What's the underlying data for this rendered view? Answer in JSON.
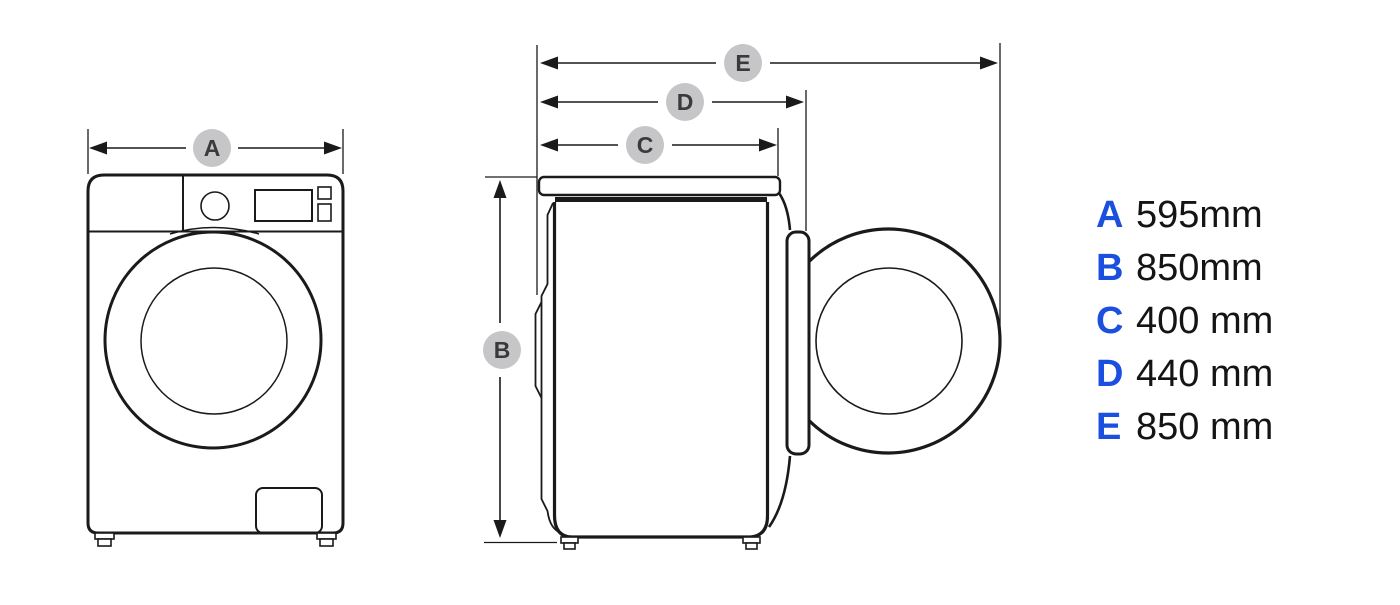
{
  "dimensions": {
    "a": {
      "letter": "A",
      "value": "595mm"
    },
    "b": {
      "letter": "B",
      "value": "850mm"
    },
    "c": {
      "letter": "C",
      "value": "400 mm"
    },
    "d": {
      "letter": "D",
      "value": "440 mm"
    },
    "e": {
      "letter": "E",
      "value": "850 mm"
    }
  },
  "colors": {
    "legend_letter_blue": "#1b4fe0",
    "legend_value_black": "#141414",
    "label_circle_gray": "#c6c6c8",
    "line_color": "#1a1a1a"
  }
}
